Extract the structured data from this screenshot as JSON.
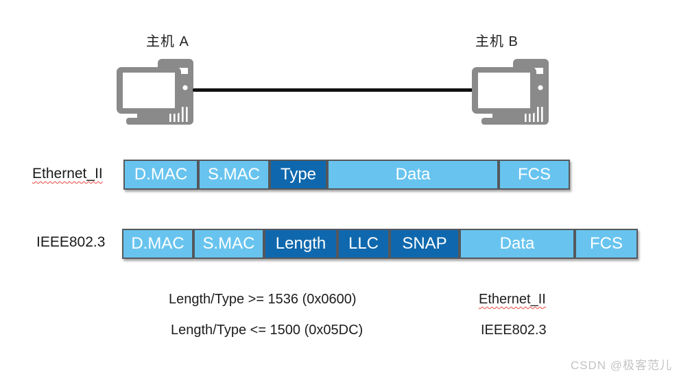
{
  "hosts": [
    {
      "label": "主机 A"
    },
    {
      "label": "主机 B"
    }
  ],
  "topology": {
    "link": "ethernet-cable"
  },
  "frames": [
    {
      "label": "Ethernet_II",
      "fields": [
        {
          "label": "D.MAC",
          "emphasis": false
        },
        {
          "label": "S.MAC",
          "emphasis": false
        },
        {
          "label": "Type",
          "emphasis": true
        },
        {
          "label": "Data",
          "emphasis": false
        },
        {
          "label": "FCS",
          "emphasis": false
        }
      ]
    },
    {
      "label": "IEEE802.3",
      "fields": [
        {
          "label": "D.MAC",
          "emphasis": false
        },
        {
          "label": "S.MAC",
          "emphasis": false
        },
        {
          "label": "Length",
          "emphasis": true
        },
        {
          "label": "LLC",
          "emphasis": true
        },
        {
          "label": "SNAP",
          "emphasis": true
        },
        {
          "label": "Data",
          "emphasis": false
        },
        {
          "label": "FCS",
          "emphasis": false
        }
      ]
    }
  ],
  "notes": [
    {
      "rule": "Length/Type >= 1536 (0x0600)",
      "standard": "Ethernet_II"
    },
    {
      "rule": "Length/Type <= 1500 (0x05DC)",
      "standard": "IEEE802.3"
    }
  ],
  "watermark": {
    "text": "CSDN @极客范儿"
  },
  "colors": {
    "field_light_blue": "#68c4ef",
    "field_dark_blue": "#0f68ad",
    "field_border_gray": "#55585c",
    "field_text": "#ffffff",
    "computer_gray": "#8a8a8a",
    "cable_black": "#111111",
    "spellcheck_red": "#e8453c",
    "watermark_gray": "#c3c3c3",
    "body_text": "#1c1c1c"
  }
}
